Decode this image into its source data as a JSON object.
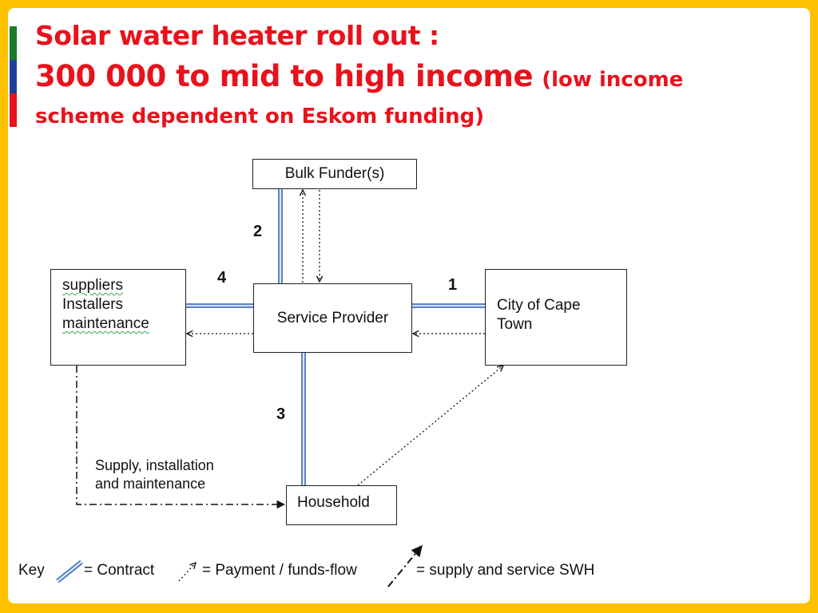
{
  "slide": {
    "title_line1": "Solar water heater roll out :",
    "title_line2": "300 000 to mid to high income",
    "title_note": "(low income scheme dependent on Eskom funding)"
  },
  "nodes": {
    "bulk_funder": "Bulk Funder(s)",
    "service_provider": "Service Provider",
    "suppliers_line1": "suppliers",
    "suppliers_line2": "Installers",
    "suppliers_line3": "maintenance",
    "city_line1": "City of Cape",
    "city_line2": "Town",
    "household": "Household"
  },
  "contract_numbers": {
    "c1": "1",
    "c2": "2",
    "c3": "3",
    "c4": "4"
  },
  "annotation": {
    "line1": "Supply, installation",
    "line2": "and maintenance"
  },
  "key": {
    "label": "Key",
    "contract": "= Contract",
    "payment": "= Payment / funds-flow",
    "supply": "= supply and service SWH"
  },
  "colors": {
    "background": "#FFC000",
    "title": "#e8121c",
    "contract_line": "#5b86c8",
    "flag": [
      "#1a7a2e",
      "#1e3f9a",
      "#e8121c"
    ]
  }
}
